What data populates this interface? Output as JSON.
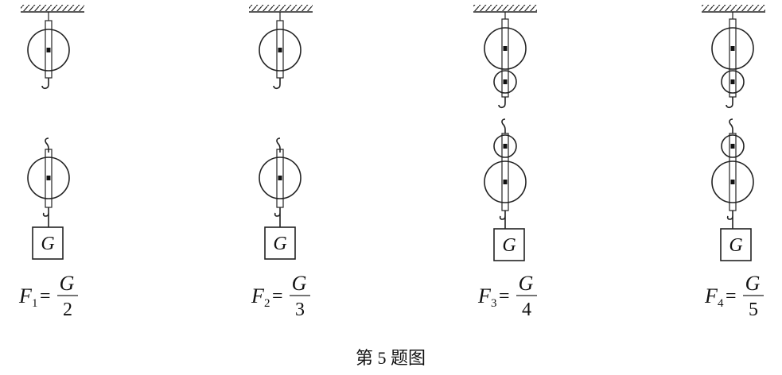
{
  "weight_label": "G",
  "caption": "第 5 题图",
  "systems": [
    {
      "force_symbol": "F",
      "subscript": "1",
      "equals": "=",
      "numerator": "G",
      "denominator": "2"
    },
    {
      "force_symbol": "F",
      "subscript": "2",
      "equals": "=",
      "numerator": "G",
      "denominator": "3"
    },
    {
      "force_symbol": "F",
      "subscript": "3",
      "equals": "=",
      "numerator": "G",
      "denominator": "4"
    },
    {
      "force_symbol": "F",
      "subscript": "4",
      "equals": "=",
      "numerator": "G",
      "denominator": "5"
    }
  ]
}
